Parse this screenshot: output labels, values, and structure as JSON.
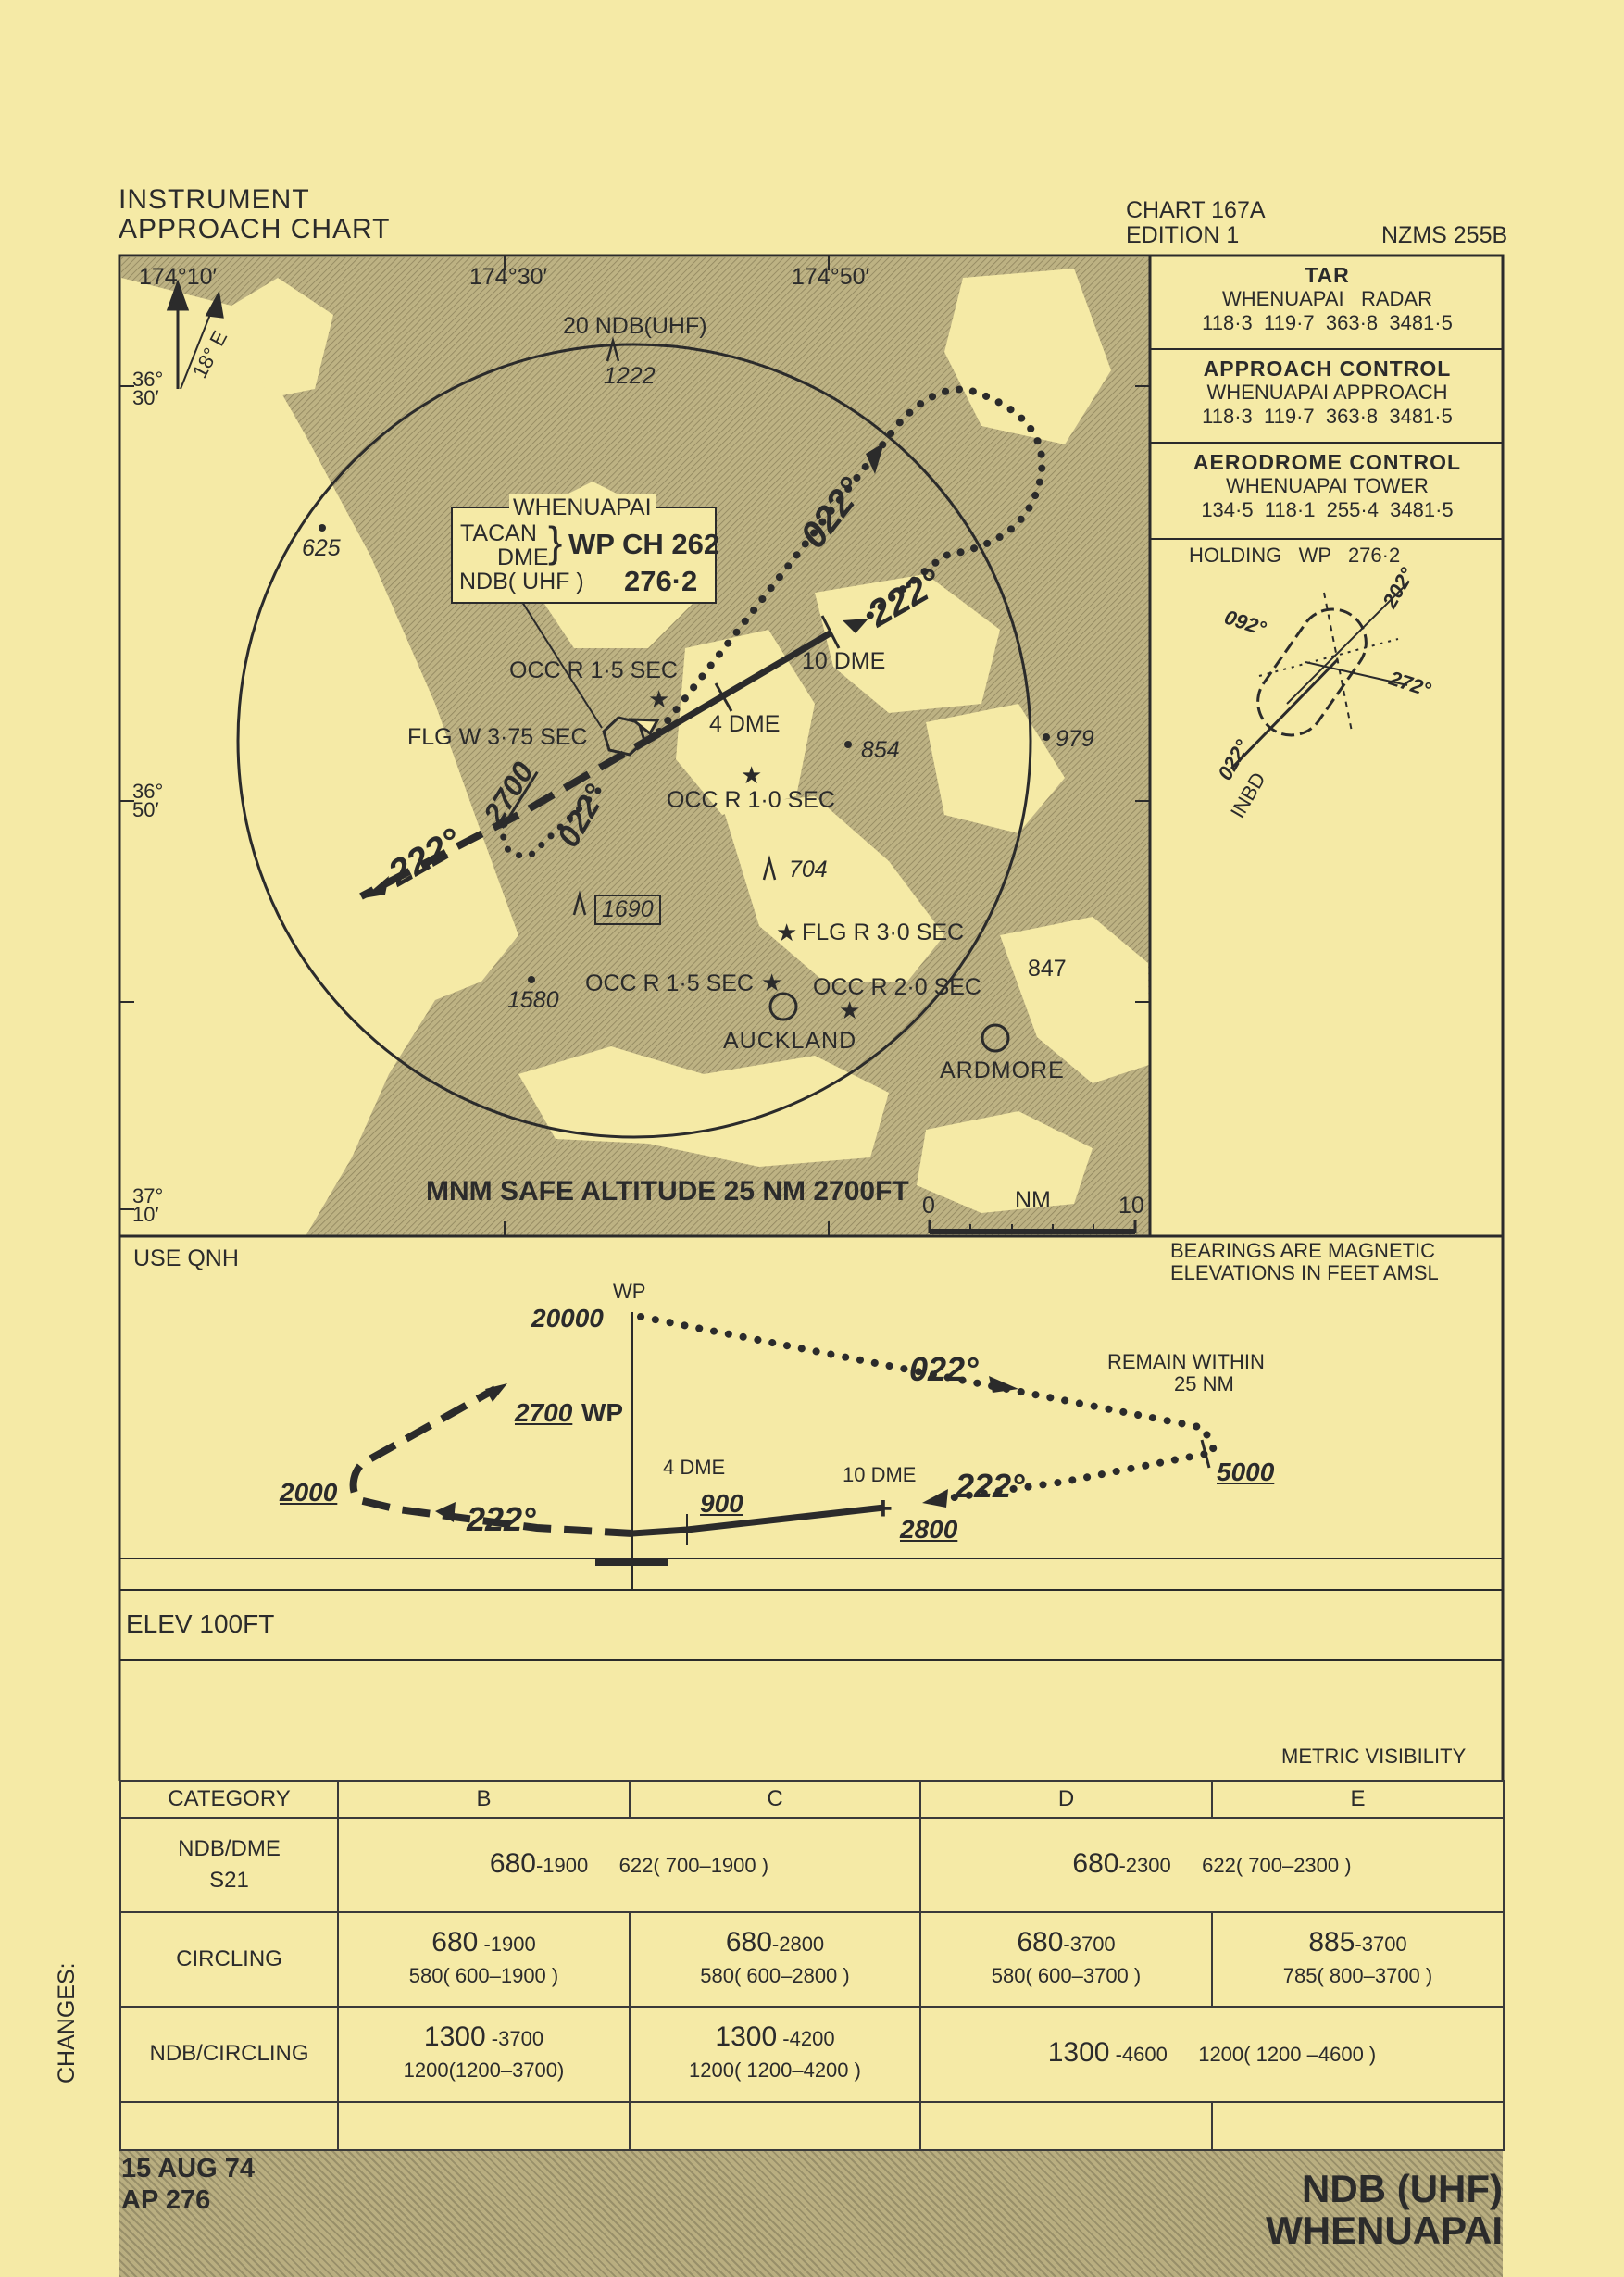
{
  "header": {
    "chart_type_line1": "INSTRUMENT",
    "chart_type_line2": "APPROACH CHART",
    "chart_number": "CHART 167A",
    "edition": "EDITION 1",
    "map_ref": "NZMS 255B"
  },
  "map": {
    "lon_labels": [
      "174°10′",
      "174°30′",
      "174°50′"
    ],
    "lat_labels": [
      "36°\n30′",
      "36°\n50′",
      "37°\n10′"
    ],
    "variation": "18° E",
    "facility": {
      "name": "WHENUAPAI",
      "tacan": "TACAN",
      "dme": "DME",
      "wp_channel": "WP CH 262",
      "ndb": "NDB( UHF )",
      "ndb_freq": "276·2"
    },
    "circle_label": "20 NDB(UHF)",
    "obstacles": [
      "1222",
      "625",
      "854",
      "979",
      "704",
      "1690",
      "1580",
      "847"
    ],
    "lights": [
      "OCC R 1·5 SEC",
      "FLG W 3·75 SEC",
      "OCC R 1·0 SEC",
      "FLG R 3·0 SEC",
      "OCC R 1·5 SEC",
      "OCC R 2·0 SEC"
    ],
    "fixes": [
      "4 DME",
      "10 DME"
    ],
    "tracks": [
      "022°",
      "222°",
      "222°",
      "022°",
      "2700"
    ],
    "places": [
      "AUCKLAND",
      "ARDMORE"
    ],
    "msa": "MNM SAFE ALTITUDE 25 NM 2700FT",
    "scale": {
      "start": "0",
      "unit": "NM",
      "end": "10"
    }
  },
  "comms": [
    {
      "title": "TAR",
      "line1": "WHENUAPAI   RADAR",
      "line2": "118·3  119·7  363·8  3481·5"
    },
    {
      "title": "APPROACH CONTROL",
      "line1": "WHENUAPAI APPROACH",
      "line2": "118·3  119·7  363·8  3481·5"
    },
    {
      "title": "AERODROME CONTROL",
      "line1": "WHENUAPAI TOWER",
      "line2": "134·5  118·1  255·4  3481·5"
    }
  ],
  "holding": {
    "title": "HOLDING   WP   276·2",
    "inbound": "022°",
    "inbd": "INBD",
    "courses": [
      "092°",
      "202°",
      "272°"
    ]
  },
  "profile": {
    "use_qnh": "USE QNH",
    "bearings_note_1": "BEARINGS ARE MAGNETIC",
    "bearings_note_2": "ELEVATIONS IN FEET AMSL",
    "wp": "WP",
    "alt_top": "20000",
    "track_out": "022°",
    "remain_1": "REMAIN WITHIN",
    "remain_2": "25 NM",
    "alt_5000": "5000",
    "alt_2700_wp_alt": "2700",
    "alt_2700_wp": "WP",
    "alt_2000": "2000",
    "track_in_1": "222°",
    "track_in_2": "222°",
    "dme4": "4 DME",
    "alt_900": "900",
    "dme10": "10 DME",
    "alt_2800": "2800"
  },
  "elevation": "ELEV 100FT",
  "metric_visibility": "METRIC VISIBILITY",
  "minima": {
    "headers": [
      "CATEGORY",
      "B",
      "C",
      "D",
      "E"
    ],
    "rows": [
      {
        "category_1": "NDB/DME",
        "category_2": "S21",
        "bc_main": "680",
        "bc_vis": "-1900",
        "bc_alt": "622( 700–1900 )",
        "de_main": "680",
        "de_vis": "-2300",
        "de_alt": "622( 700–2300 )"
      },
      {
        "category_1": "CIRCLING",
        "b_main": "680",
        "b_vis": " -1900",
        "b_alt": "580( 600–1900 )",
        "c_main": "680",
        "c_vis": "-2800",
        "c_alt": "580( 600–2800 )",
        "d_main": "680",
        "d_vis": "-3700",
        "d_alt": "580( 600–3700 )",
        "e_main": "885",
        "e_vis": "-3700",
        "e_alt": "785( 800–3700 )"
      },
      {
        "category_1": "NDB/CIRCLING",
        "b_main": "1300",
        "b_vis": " -3700",
        "b_alt": "1200(1200–3700)",
        "c_main": "1300",
        "c_vis": " -4200",
        "c_alt": "1200( 1200–4200 )",
        "de_main": "1300",
        "de_vis": " -4600",
        "de_alt": "1200( 1200 –4600 )"
      }
    ]
  },
  "changes_label": "CHANGES:",
  "footer": {
    "date": "15 AUG 74",
    "amendment": "AP 276",
    "approach": "NDB (UHF)",
    "airport": "WHENUAPAI"
  },
  "colors": {
    "paper": "#f5eaa6",
    "ink": "#2b2b2b",
    "land_shade": "#b9ae80"
  }
}
